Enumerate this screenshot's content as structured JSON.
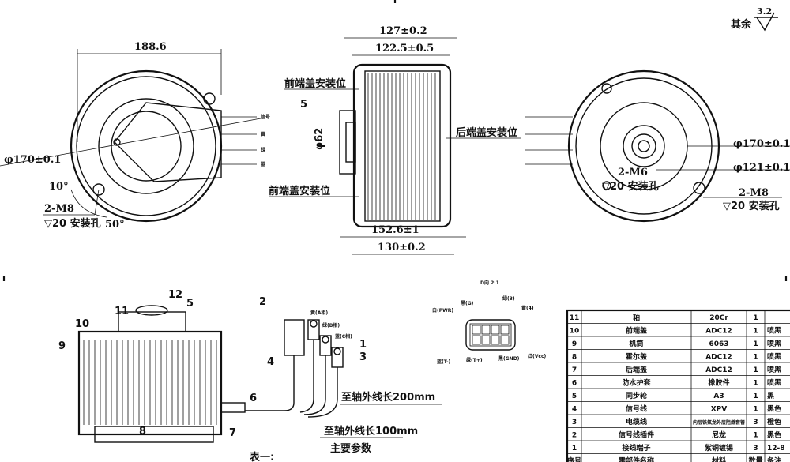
{
  "roughness": {
    "value": "3.2",
    "label": "其余"
  },
  "front_view": {
    "width_dim": "188.6",
    "dia_dim": "φ170±0.1",
    "angle1": "10°",
    "angle2": "50°",
    "hole_spec": "2-M8",
    "hole_depth": "▽20 安装孔",
    "wire_tags": [
      "信号",
      "黄",
      "绿",
      "蓝"
    ]
  },
  "side_view": {
    "top_dim1": "127±0.2",
    "top_dim2": "122.5±0.5",
    "front_mount1": "前端盖安装位",
    "front_mount2": "前端盖安装位",
    "rear_mount": "后端盖安装位",
    "part5": "5",
    "shaft_dia": "φ62",
    "bottom_dim1": "152.6±1",
    "bottom_dim2": "130±0.2"
  },
  "rear_view": {
    "dia1": "φ170±0.1",
    "dia2": "φ121±0.1",
    "hole1_spec": "2-M6",
    "hole1_depth": "▽20 安装孔",
    "hole2_spec": "2-M8",
    "hole2_depth": "▽20 安装孔"
  },
  "assembly_view": {
    "callouts": [
      "12",
      "11",
      "5",
      "10",
      "9",
      "6",
      "7",
      "8",
      "2",
      "4",
      "1",
      "3"
    ],
    "wire_labels": [
      "黄(A相)",
      "绿(B相)",
      "蓝(C相)"
    ],
    "cable_len_200": "至轴外线长200mm",
    "cable_len_100": "至轴外线长100mm",
    "main_params": "主要参数",
    "table_title": "表一:"
  },
  "connector": {
    "title": "D向 2:1",
    "pins": [
      "白(PWR)",
      "黑(G)",
      "绿(3)",
      "黄(4)",
      "蓝(T-)",
      "绿(T+)",
      "黑(GND)",
      "红(Vcc)"
    ]
  },
  "bom": {
    "headers": [
      "序号",
      "零部件名称",
      "材料",
      "数量",
      "备注"
    ],
    "rows": [
      [
        "11",
        "轴",
        "20Cr",
        "1",
        ""
      ],
      [
        "10",
        "前端盖",
        "ADC12",
        "1",
        "喷黑"
      ],
      [
        "9",
        "机筒",
        "6063",
        "1",
        "喷黑"
      ],
      [
        "8",
        "霍尔盖",
        "ADC12",
        "1",
        "喷黑"
      ],
      [
        "7",
        "后端盖",
        "ADC12",
        "1",
        "喷黑"
      ],
      [
        "6",
        "防水护套",
        "橡胶件",
        "1",
        "喷黑"
      ],
      [
        "5",
        "同步轮",
        "A3",
        "1",
        "黑"
      ],
      [
        "4",
        "信号线",
        "XPV",
        "1",
        "黑色"
      ],
      [
        "3",
        "电缆线",
        "内层铁氟龙外层阻燃套管",
        "3",
        "橙色"
      ],
      [
        "2",
        "信号线插件",
        "尼龙",
        "1",
        "黑色"
      ],
      [
        "1",
        "接线端子",
        "紫铜镀锡",
        "3",
        "12-8"
      ]
    ]
  }
}
